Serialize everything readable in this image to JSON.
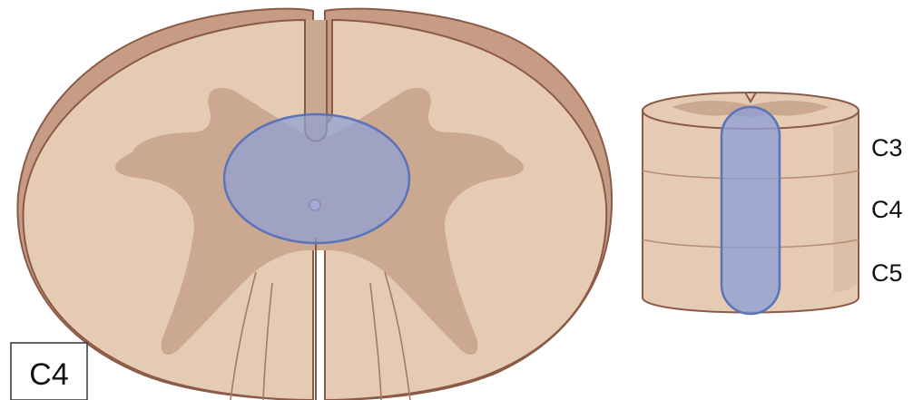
{
  "section_label": "C4",
  "column_levels": [
    "C3",
    "C4",
    "C5"
  ],
  "colors": {
    "white_matter": "#e6cbb4",
    "gray_matter": "#cba890",
    "outline": "#8b5a46",
    "outer_rim": "#c69c84",
    "lesion_fill": "#8e9fd6",
    "lesion_stroke": "#5b73b8"
  }
}
